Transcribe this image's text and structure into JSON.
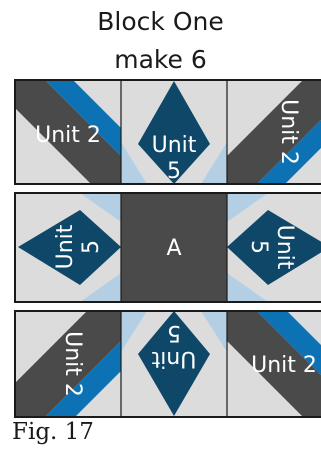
{
  "header": {
    "title_line1": "Block One",
    "title_line2": "make 6"
  },
  "blocks": {
    "row1_left_label": "Unit 2",
    "row1_center_label_line1": "Unit",
    "row1_center_label_line2": "5",
    "row1_right_label": "Unit 2",
    "row2_left_label_line1": "Unit",
    "row2_left_label_line2": "5",
    "row2_center_label": "A",
    "row2_right_label_line1": "Unit",
    "row2_right_label_line2": "5",
    "row3_left_label": "Unit 2",
    "row3_center_label_line1": "Unit",
    "row3_center_label_line2": "5",
    "row3_right_label": "Unit 2"
  },
  "caption": "Fig. 17",
  "colors": {
    "background": "#dcdcdc",
    "light_blue": "#b4cfe3",
    "dark_navy": "#0f4768",
    "medium_blue": "#0d72b4",
    "dark_gray": "#4a4a4a",
    "outline": "#1a1a1a",
    "text": "#ffffff"
  }
}
